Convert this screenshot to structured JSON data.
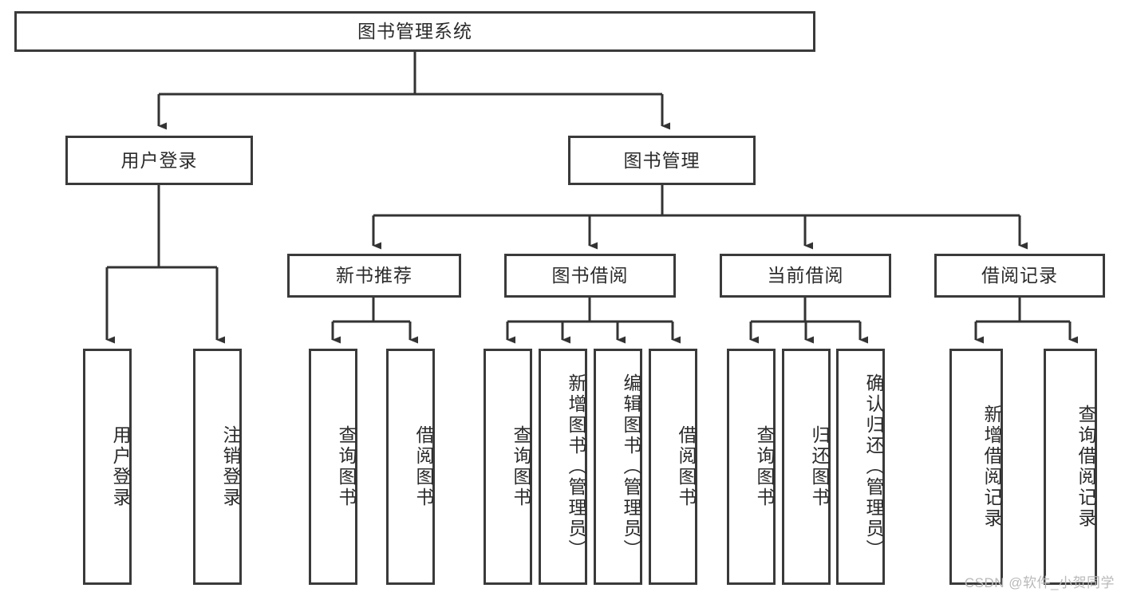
{
  "diagram": {
    "title_node": {
      "label": "图书管理系统"
    },
    "level2": [
      {
        "id": "user-login",
        "label": "用户登录"
      },
      {
        "id": "book-management",
        "label": "图书管理"
      }
    ],
    "level3": [
      {
        "id": "new-book-recommend",
        "label": "新书推荐"
      },
      {
        "id": "book-borrow",
        "label": "图书借阅"
      },
      {
        "id": "current-borrow",
        "label": "当前借阅"
      },
      {
        "id": "borrow-record",
        "label": "借阅记录"
      }
    ],
    "leaves": {
      "user_login": [
        {
          "id": "leaf-user-login",
          "label": "用户登录"
        },
        {
          "id": "leaf-logout-login",
          "label": "注销登录"
        }
      ],
      "new_book_recommend": [
        {
          "id": "leaf-query-book-1",
          "label": "查询图书"
        },
        {
          "id": "leaf-borrow-book-1",
          "label": "借阅图书"
        }
      ],
      "book_borrow": [
        {
          "id": "leaf-query-book-2",
          "label": "查询图书"
        },
        {
          "id": "leaf-add-book",
          "label": "新增图书（管理员）"
        },
        {
          "id": "leaf-edit-book",
          "label": "编辑图书（管理员）"
        },
        {
          "id": "leaf-borrow-book-2",
          "label": "借阅图书"
        }
      ],
      "current_borrow": [
        {
          "id": "leaf-query-book-3",
          "label": "查询图书"
        },
        {
          "id": "leaf-return-book",
          "label": "归还图书"
        },
        {
          "id": "leaf-confirm-return",
          "label": "确认归还（管理员）"
        }
      ],
      "borrow_record": [
        {
          "id": "leaf-add-borrow-record",
          "label": "新增借阅记录"
        },
        {
          "id": "leaf-query-borrow-record",
          "label": "查询借阅记录"
        }
      ]
    }
  },
  "watermark": {
    "text": "CSDN @软件_小贺同学"
  },
  "colors": {
    "box_border": "#3a3a3a",
    "box_fill": "#ffffff",
    "text": "#2b2b2b",
    "connector": "#333333",
    "watermark": "#b9b9b9"
  }
}
